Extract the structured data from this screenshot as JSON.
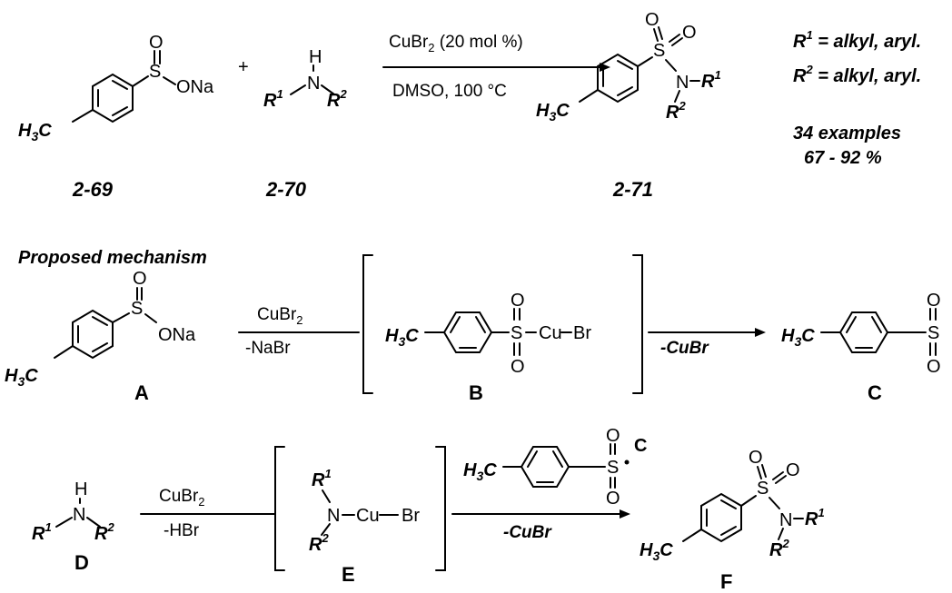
{
  "scheme1": {
    "reactant1": {
      "label": "2-69",
      "sulfinate_o": "O",
      "sulfinate_s": "S",
      "sulfinate_ona": "ONa",
      "methyl": "H3C"
    },
    "plus": "+",
    "reactant2": {
      "label": "2-70",
      "h": "H",
      "n": "N",
      "r1": "R1",
      "r2": "R2"
    },
    "arrow_top": "CuBr2 (20 mol %)",
    "arrow_bottom": "DMSO, 100 °C",
    "product": {
      "label": "2-71",
      "s": "S",
      "o1": "O",
      "o2": "O",
      "n": "N",
      "r1": "R1",
      "r2": "R2",
      "methyl": "H3C"
    },
    "scope": {
      "line1": "R1 = alkyl, aryl.",
      "line2": "R2 = alkyl, aryl.",
      "examples": "34 examples",
      "yield": "67 - 92 %"
    }
  },
  "mechanism": {
    "title": "Proposed mechanism",
    "A": {
      "label": "A",
      "o": "O",
      "s": "S",
      "ona": "ONa",
      "methyl": "H3C"
    },
    "step1": {
      "top": "CuBr2",
      "bottom": "-NaBr"
    },
    "B": {
      "label": "B",
      "s": "S",
      "cu": "Cu",
      "br": "Br",
      "o1": "O",
      "o2": "O",
      "methyl": "H3C"
    },
    "step2": {
      "bottom": "-CuBr"
    },
    "C": {
      "label": "C",
      "s": "S",
      "o1": "O",
      "o2": "O",
      "methyl": "H3C"
    },
    "D": {
      "label": "D",
      "h": "H",
      "n": "N",
      "r1": "R1",
      "r2": "R2"
    },
    "step3": {
      "top": "CuBr2",
      "bottom": "-HBr"
    },
    "E": {
      "label": "E",
      "n": "N",
      "cu": "Cu",
      "br": "Br",
      "r1": "R1",
      "r2": "R2"
    },
    "step4": {
      "reagent_label": "C",
      "bottom": "-CuBr",
      "s": "S",
      "o1": "O",
      "o2": "O",
      "methyl": "H3C"
    },
    "F": {
      "label": "F",
      "s": "S",
      "o1": "O",
      "o2": "O",
      "n": "N",
      "r1": "R1",
      "r2": "R2",
      "methyl": "H3C"
    }
  }
}
